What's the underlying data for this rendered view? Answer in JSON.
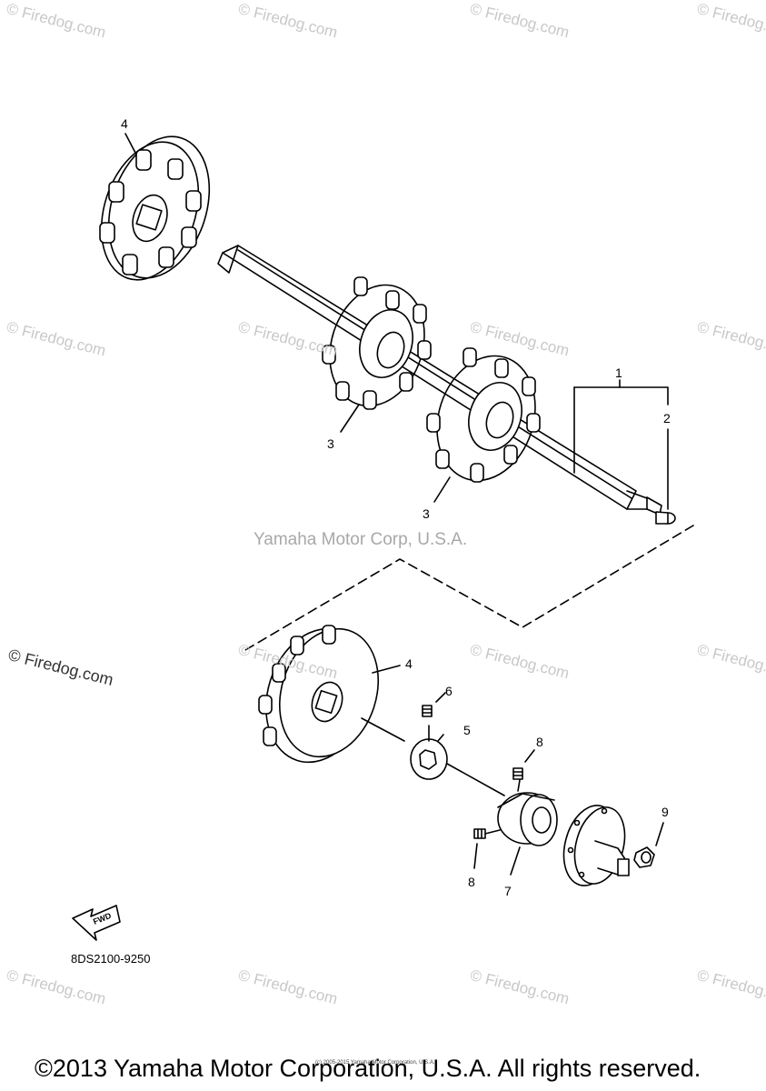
{
  "watermarks": {
    "site": "© Firedog.com",
    "center": "Yamaha Motor Corp, U.S.A."
  },
  "diagram": {
    "part_code": "8DS2100-9250",
    "fwd_label": "FWD",
    "callouts": [
      "1",
      "2",
      "3",
      "3",
      "4",
      "4",
      "5",
      "6",
      "7",
      "8",
      "8",
      "9"
    ]
  },
  "footer": {
    "copyright": "©2013 Yamaha Motor Corporation, U.S.A. All rights reserved.",
    "small_copyright": "(c) 2005-2015 Yamaha Motor Corporation, U.S.A."
  }
}
